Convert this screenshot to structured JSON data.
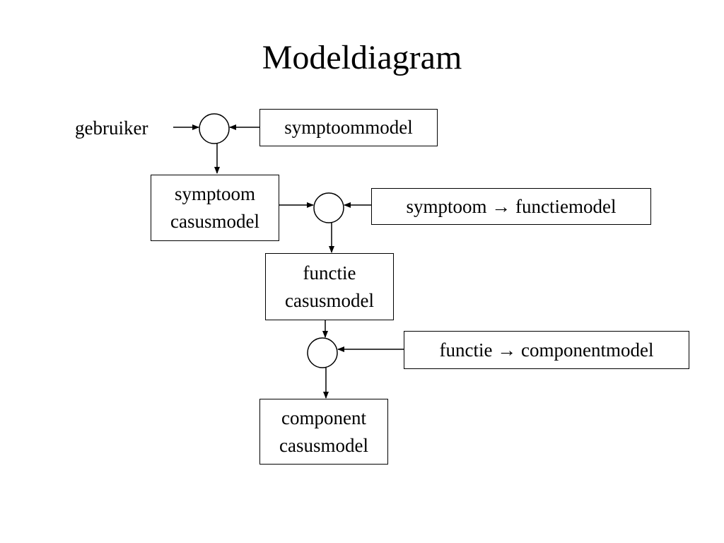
{
  "title": "Modeldiagram",
  "input_label": "gebruiker",
  "models": {
    "symptoom_model": "symptoommodel",
    "symptoom_functie_model": "symptoom → functiemodel",
    "functie_component_model": "functie → componentmodel"
  },
  "casusmodels": {
    "symptoom": {
      "line1": "symptoom",
      "line2": "casusmodel"
    },
    "functie": {
      "line1": "functie",
      "line2": "casusmodel"
    },
    "component": {
      "line1": "component",
      "line2": "casusmodel"
    }
  }
}
